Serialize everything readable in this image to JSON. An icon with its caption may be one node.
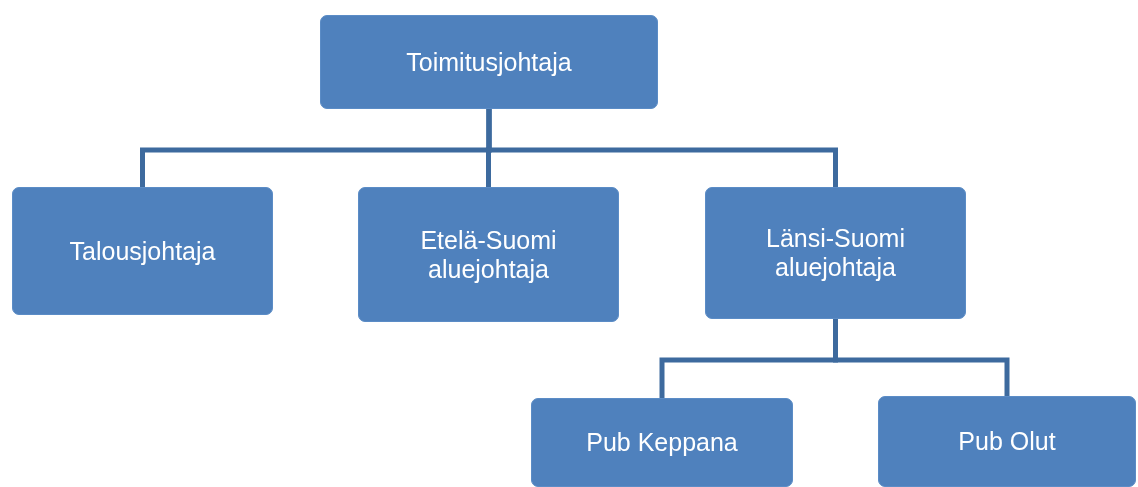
{
  "diagram": {
    "nodes": [
      {
        "text": [
          "Toimitusjohtaja"
        ]
      },
      {
        "text": [
          "Talousjohtaja"
        ]
      },
      {
        "text": [
          "Etelä-Suomi aluejohtaja"
        ]
      },
      {
        "text": [
          "Länsi-Suomi aluejohtaja"
        ]
      },
      {
        "text": [
          "Pub Keppana"
        ]
      },
      {
        "text": [
          "Pub Olut"
        ]
      }
    ],
    "edges": [
      {
        "from": 0,
        "to": 1,
        "arrow": "none"
      },
      {
        "from": 0,
        "to": 2,
        "arrow": "none"
      },
      {
        "from": 0,
        "to": 3,
        "arrow": "none"
      },
      {
        "from": 3,
        "to": 4,
        "arrow": "none"
      },
      {
        "from": 3,
        "to": 5,
        "arrow": "none"
      }
    ]
  }
}
